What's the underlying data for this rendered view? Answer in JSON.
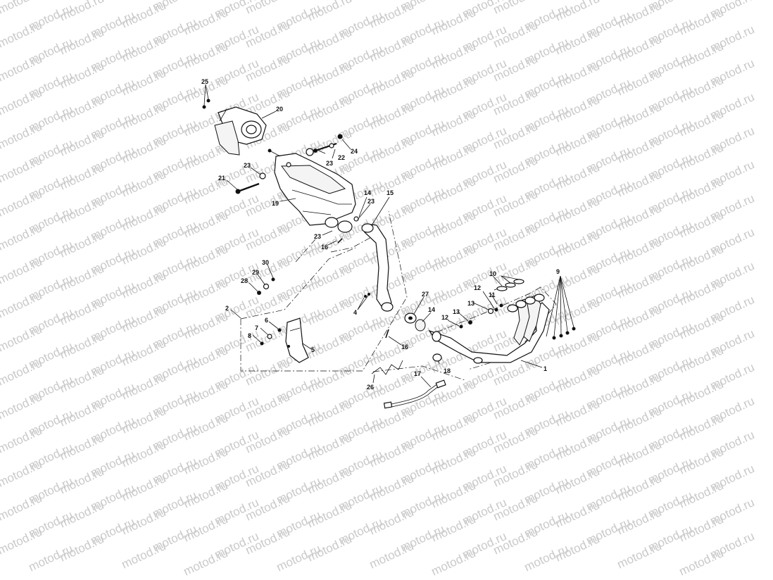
{
  "watermark": "motod.ru",
  "callouts": {
    "c1": "1",
    "c2": "2",
    "c4": "4",
    "c5": "5",
    "c6": "6",
    "c7": "7",
    "c8": "8",
    "c9": "9",
    "c10": "10",
    "c11": "11",
    "c12a": "12",
    "c12b": "12",
    "c13a": "13",
    "c13b": "13",
    "c14a": "14",
    "c14b": "14",
    "c15": "15",
    "c16a": "16",
    "c16b": "16",
    "c17": "17",
    "c18": "18",
    "c19": "19",
    "c20": "20",
    "c21": "21",
    "c22": "22",
    "c23a": "23",
    "c23b": "23",
    "c23c": "23",
    "c23d": "23",
    "c24": "24",
    "c25": "25",
    "c26": "26",
    "c27": "27",
    "c28": "28",
    "c29": "29",
    "c30": "30"
  }
}
